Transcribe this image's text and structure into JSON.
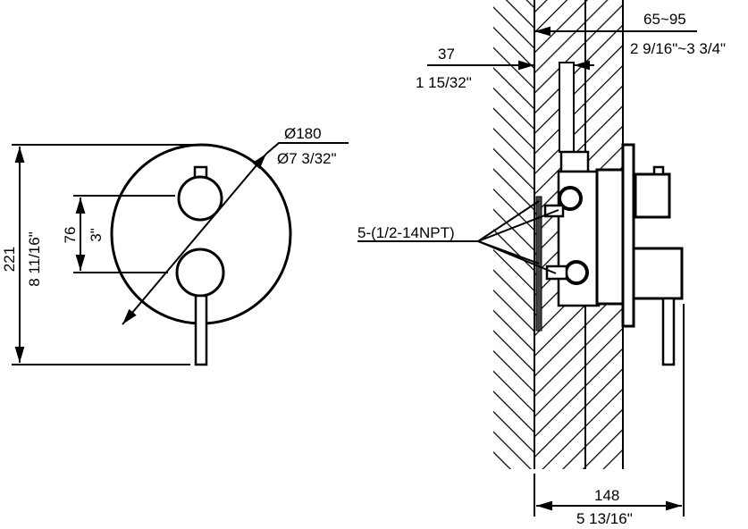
{
  "front_view": {
    "height_mm": "221",
    "height_in": "8 11/16\"",
    "spacing_mm": "76",
    "spacing_in": "3\"",
    "diameter_mm": "Ø180",
    "diameter_in": "Ø7 3/32\""
  },
  "side_view": {
    "wall_range_mm": "65~95",
    "wall_range_in": "2 9/16\"~3 3/4\"",
    "depth_mm": "37",
    "depth_in": "1 15/32\"",
    "projection_mm": "148",
    "projection_in": "5 13/16\"",
    "port_label": "5-(1/2-14NPT)"
  },
  "colors": {
    "line": "#000000",
    "background": "#ffffff"
  }
}
